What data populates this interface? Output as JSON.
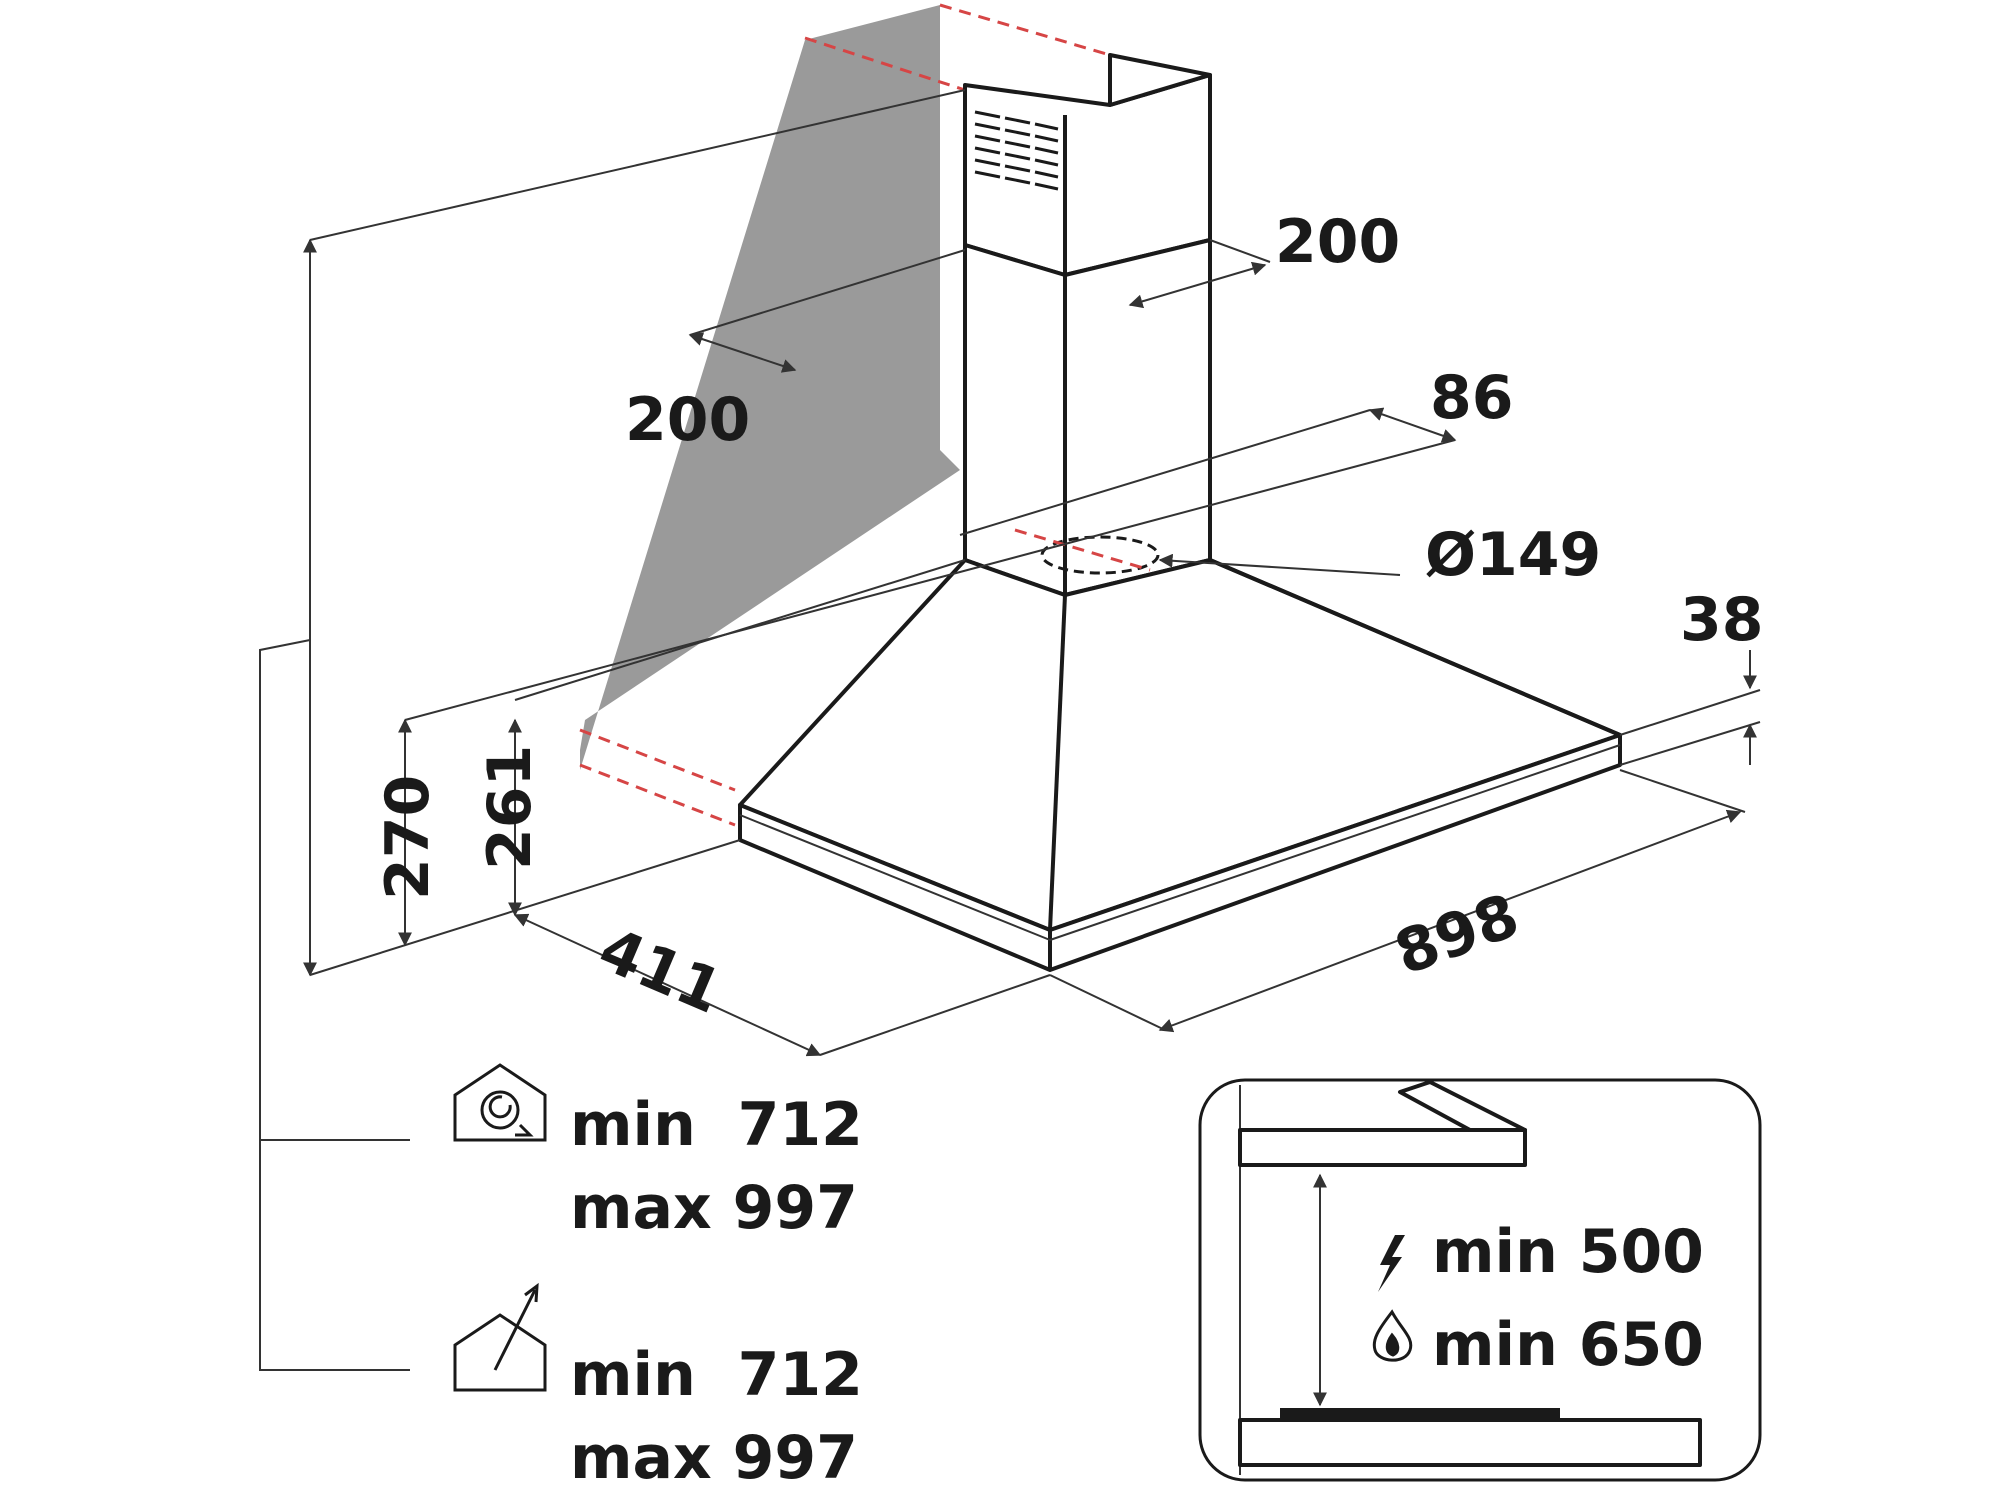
{
  "dimensions": {
    "duct_width": "200",
    "duct_depth": "200",
    "wall_offset": "86",
    "outlet_diameter": "Ø149",
    "canopy_lip": "38",
    "height_270": "270",
    "height_261": "261",
    "depth": "411",
    "width": "898"
  },
  "installation": {
    "recirculation": {
      "icon": "recirculation-house-icon",
      "min": "min  712",
      "max": "max 997"
    },
    "extraction": {
      "icon": "extraction-house-icon",
      "min": "min  712",
      "max": "max 997"
    }
  },
  "clearance": {
    "electric": {
      "icon": "lightning-icon",
      "text": "min 500"
    },
    "gas": {
      "icon": "flame-icon",
      "text": "min 650"
    }
  },
  "colors": {
    "wall": "#9a9a9a",
    "dashed": "#d64545",
    "line": "#1a1a1a"
  }
}
